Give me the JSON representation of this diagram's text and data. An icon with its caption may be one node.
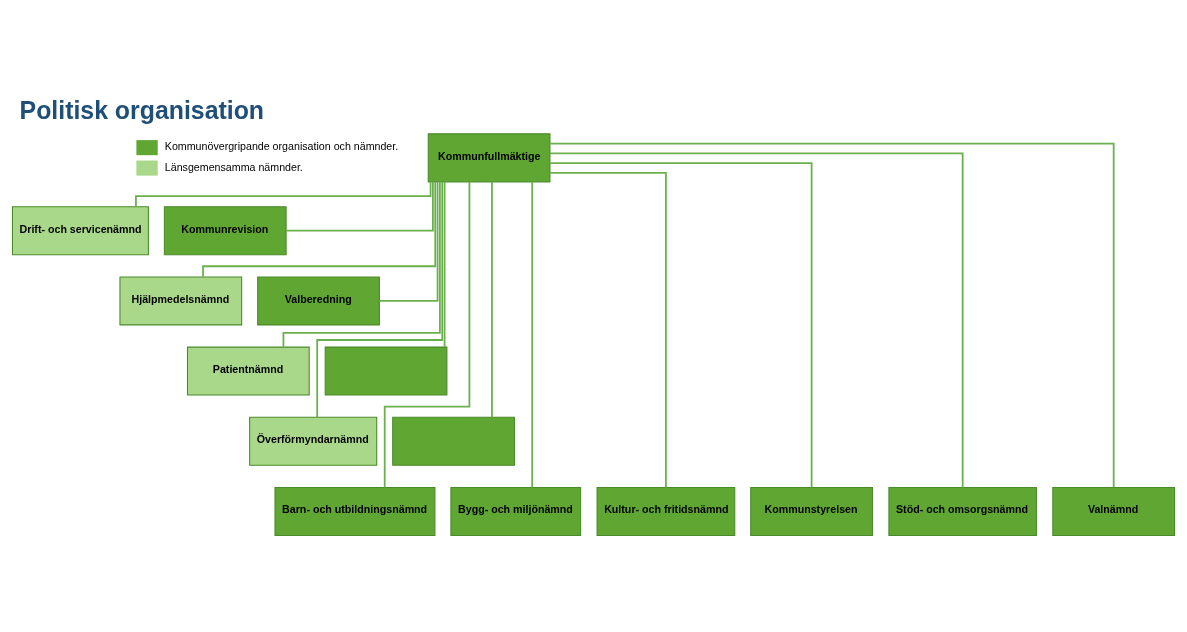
{
  "diagram": {
    "title": "Politisk organisation",
    "nodes": [
      {
        "text": [
          "Kommunfullmäktige"
        ]
      },
      {
        "text": [
          "Drift- och servicenämnd"
        ]
      },
      {
        "text": [
          "Kommunrevision"
        ]
      },
      {
        "text": [
          "Hjälpmedelsnämnd"
        ]
      },
      {
        "text": [
          "Valberedning"
        ]
      },
      {
        "text": [
          "Patientnämnd"
        ]
      },
      {
        "text": [],
        "shape": "box"
      },
      {
        "text": [
          "Överförmyndarnämnd"
        ]
      },
      {
        "text": [],
        "shape": "box"
      },
      {
        "text": [
          "Barn- och utbildningsnämnd"
        ]
      },
      {
        "text": [
          "Bygg- och miljönämnd"
        ]
      },
      {
        "text": [
          "Kultur- och fritidsnämnd"
        ]
      },
      {
        "text": [
          "Kommunstyrelsen"
        ]
      },
      {
        "text": [
          "Stöd- och omsorgsnämnd"
        ]
      },
      {
        "text": [
          "Valnämnd"
        ]
      }
    ],
    "edges": [
      {
        "from": 0,
        "to": 1,
        "arrow": "none"
      },
      {
        "from": 0,
        "to": 2,
        "arrow": "none"
      },
      {
        "from": 0,
        "to": 3,
        "arrow": "none"
      },
      {
        "from": 0,
        "to": 4,
        "arrow": "none"
      },
      {
        "from": 0,
        "to": 5,
        "arrow": "none"
      },
      {
        "from": 0,
        "to": 6,
        "arrow": "none"
      },
      {
        "from": 0,
        "to": 7,
        "arrow": "none"
      },
      {
        "from": 0,
        "to": 8,
        "arrow": "none"
      },
      {
        "from": 0,
        "to": 9,
        "arrow": "none"
      },
      {
        "from": 0,
        "to": 10,
        "arrow": "none"
      },
      {
        "from": 0,
        "to": 11,
        "arrow": "none"
      },
      {
        "from": 0,
        "to": 12,
        "arrow": "none"
      },
      {
        "from": 0,
        "to": 13,
        "arrow": "none"
      },
      {
        "from": 0,
        "to": 14,
        "arrow": "none"
      }
    ],
    "legend": [
      {
        "text": "Kommunövergripande organisation och nämnder.",
        "color": "#5fa632"
      },
      {
        "text": "Länsgemensamma nämnder.",
        "color": "#a9d88a"
      }
    ]
  }
}
